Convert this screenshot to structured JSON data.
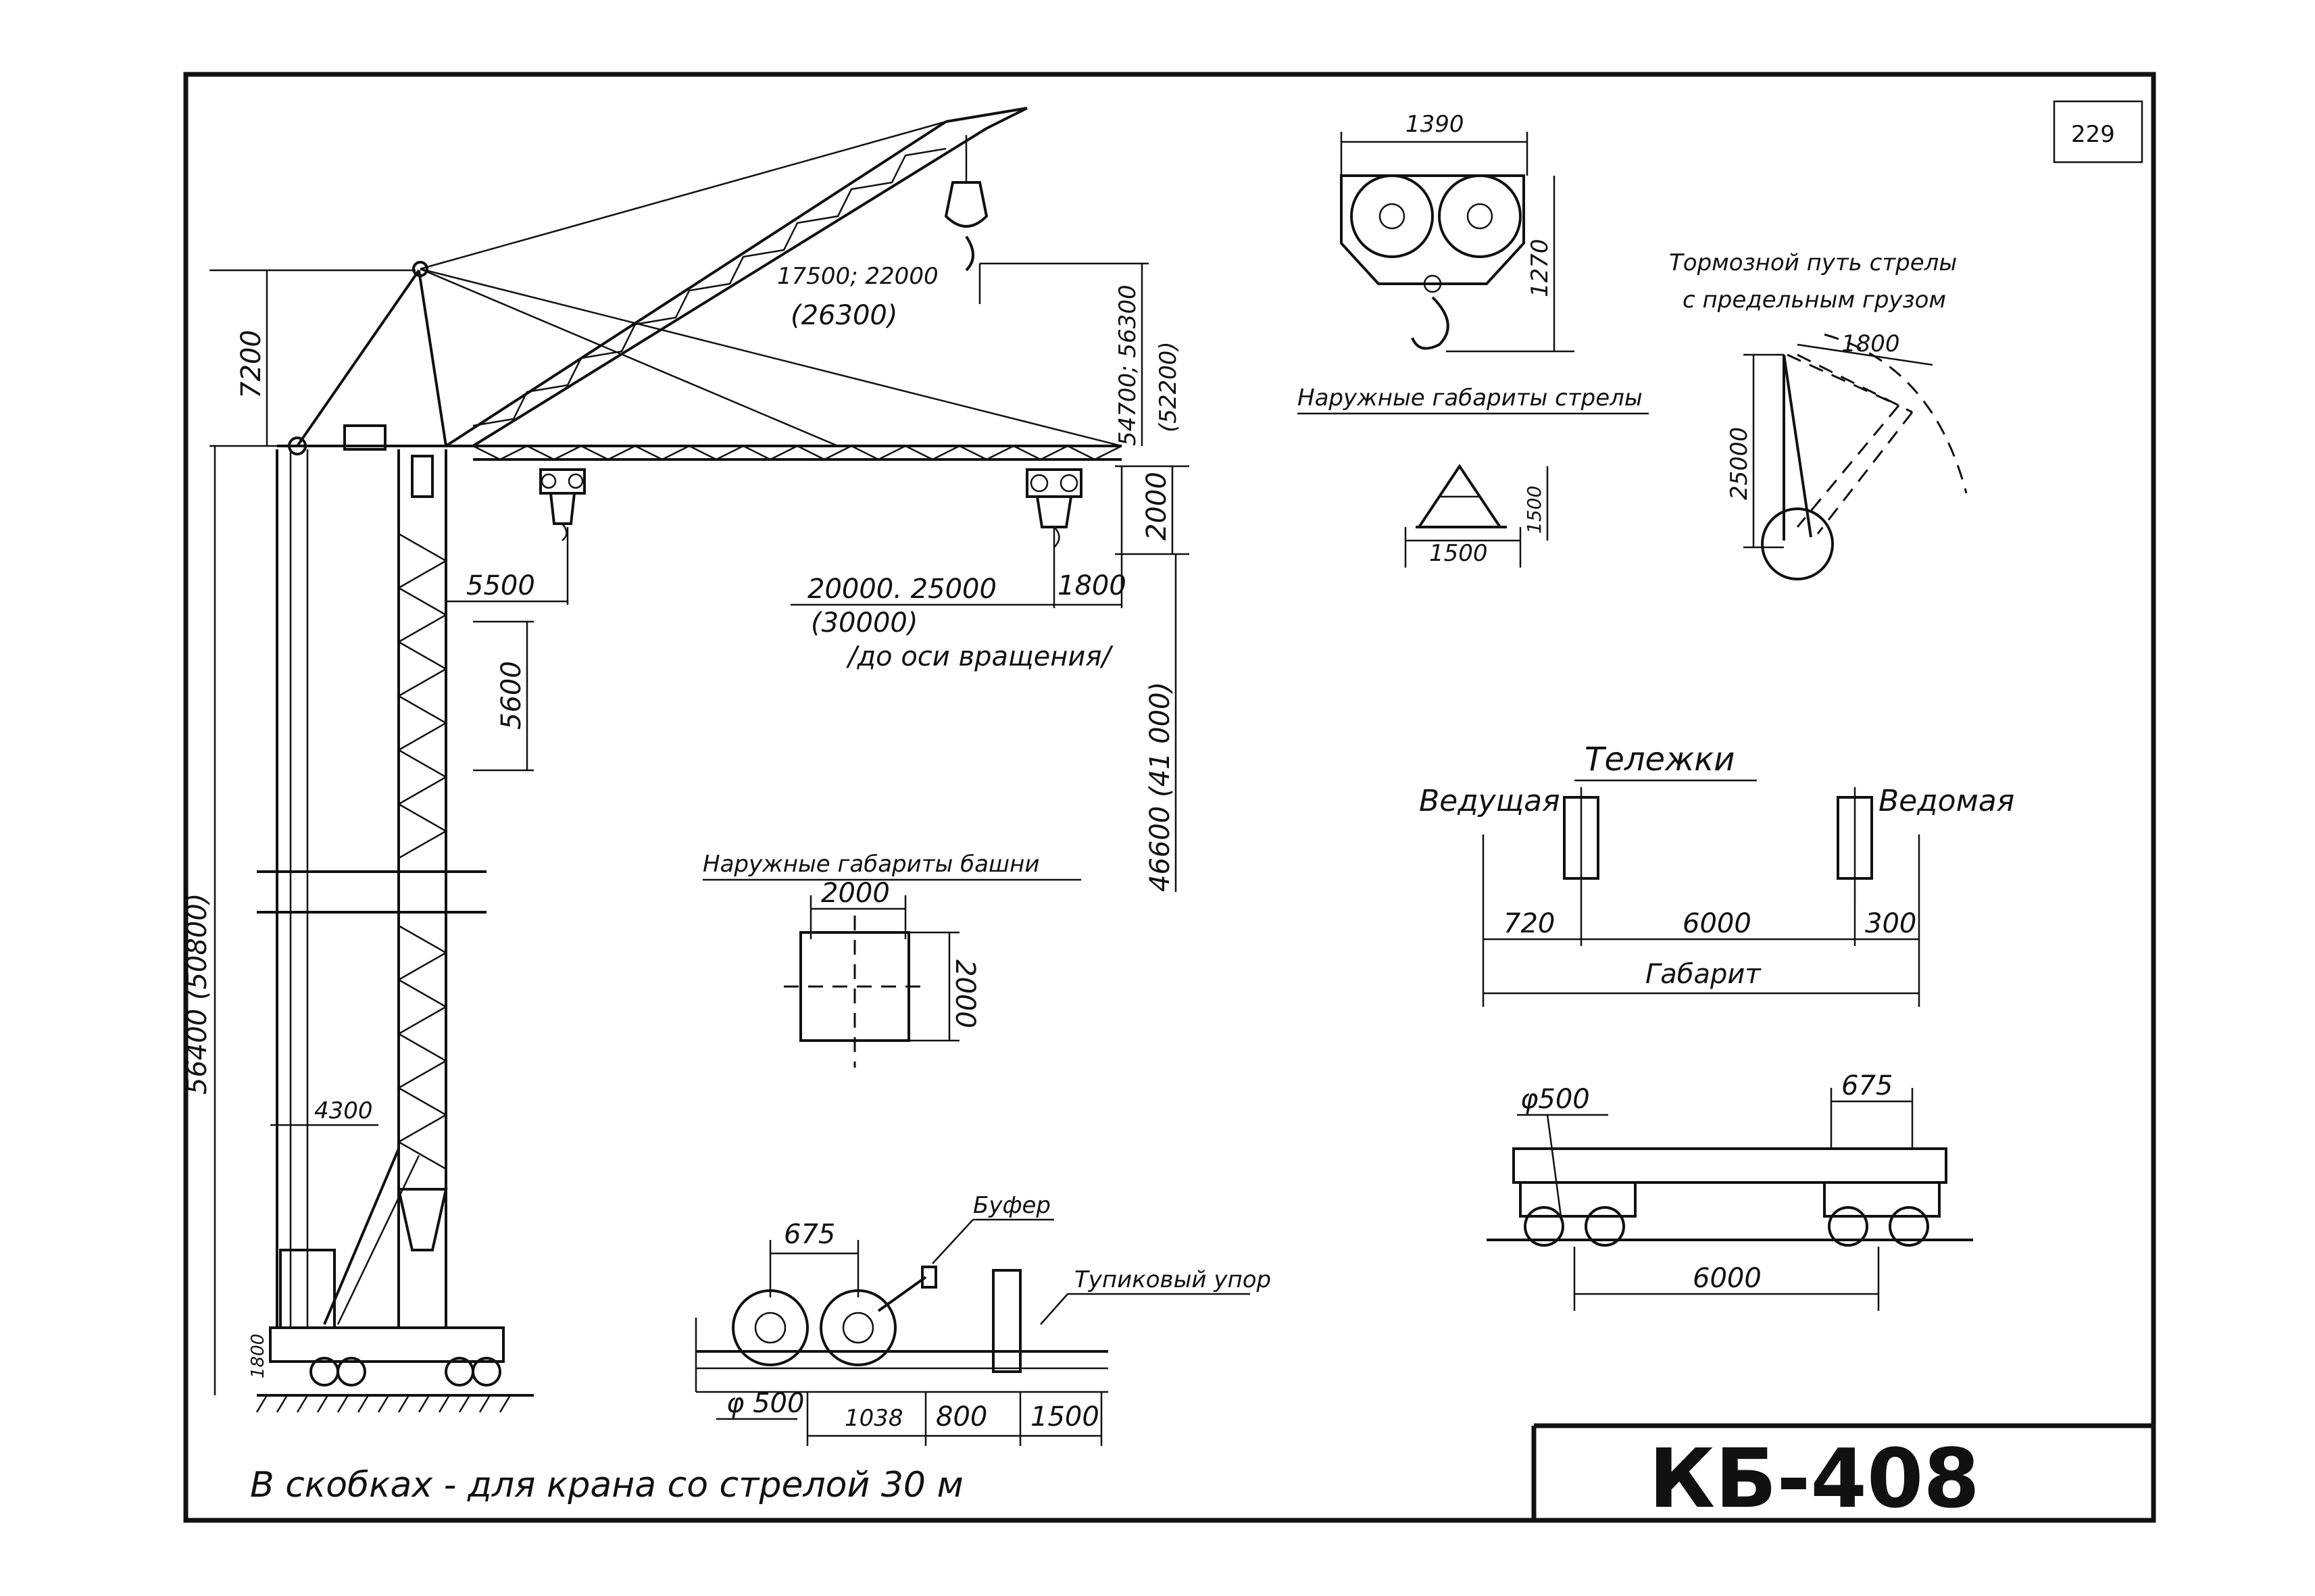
{
  "sheet": {
    "page_number": "229",
    "title_block": "КБ-408",
    "footnote": "В скобках - для крана со стрелой 30 м"
  },
  "crane": {
    "dims": {
      "top_height": "7200",
      "hook_reach_1": "17500; 22000",
      "hook_reach_2": "(26300)",
      "boom_height_1": "54700; 56300",
      "boom_height_2": "(52200)",
      "trolley_offset": "2000",
      "min_reach": "5500",
      "reach_1": "20000. 25000",
      "reach_2": "(30000)",
      "reach_note": "/до оси вращения/",
      "end_offset": "1800",
      "section_height": "5600",
      "hook_height_low": "46600 (41 000)",
      "total_height": "56400 (50800)",
      "base_width": "4300",
      "base_height": "1800"
    }
  },
  "boom_section": {
    "width": "1390",
    "height": "1270",
    "caption": "Наружные габариты стрелы",
    "profile_width": "1500",
    "profile_height": "1500"
  },
  "brake_path": {
    "caption_line1": "Тормозной путь стрелы",
    "caption_line2": "с предельным грузом",
    "distance": "1800",
    "height": "25000"
  },
  "tower_section": {
    "caption": "Наружные габариты башни",
    "width": "2000",
    "height": "2000"
  },
  "bogies": {
    "title": "Тележки",
    "driving": "Ведущая",
    "driven": "Ведомая",
    "left_offset": "720",
    "span": "6000",
    "right_offset": "300",
    "overall": "Габарит"
  },
  "undercarriage": {
    "wheel_diameter": "φ500",
    "wheel_spacing": "675",
    "base": "6000"
  },
  "buffer_detail": {
    "wheel_spacing": "675",
    "buffer_label": "Буфер",
    "stop_label": "Тупиковый упор",
    "wheel_diameter": "φ 500",
    "dim_1": "1038",
    "dim_2": "800",
    "dim_3": "1500"
  }
}
